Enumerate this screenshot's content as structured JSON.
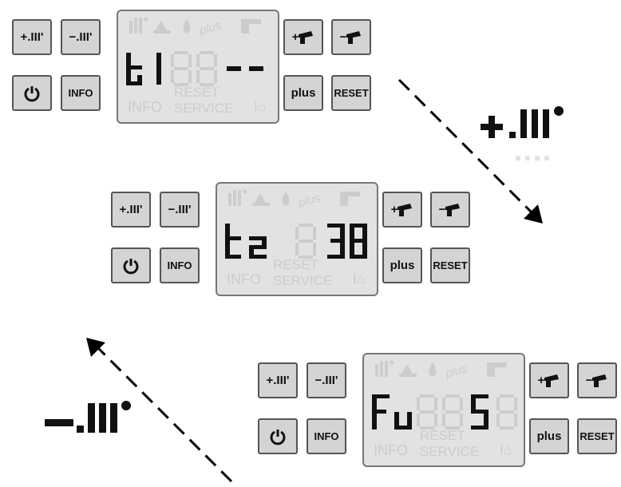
{
  "panels": [
    {
      "id": "top",
      "buttons": {
        "heat_plus": "+.III'",
        "heat_minus": "−.III'",
        "power": "power",
        "info": "INFO",
        "dhw_plus": "+",
        "dhw_minus": "−",
        "plus": "plus",
        "reset": "RESET"
      },
      "display": {
        "left": "t1",
        "right": "- -"
      },
      "ghost": {
        "info": "INFO",
        "reset": "RESET",
        "service": "SERVICE",
        "io": "I⌂",
        "plus_icon": "plus"
      }
    },
    {
      "id": "middle",
      "buttons": {
        "heat_plus": "+.III'",
        "heat_minus": "−.III'",
        "power": "power",
        "info": "INFO",
        "dhw_plus": "+",
        "dhw_minus": "−",
        "plus": "plus",
        "reset": "RESET"
      },
      "display": {
        "left": "t2",
        "right": "38"
      },
      "ghost": {
        "info": "INFO",
        "reset": "RESET",
        "service": "SERVICE",
        "io": "I⌂",
        "plus_icon": "plus"
      }
    },
    {
      "id": "bottom",
      "buttons": {
        "heat_plus": "+.III'",
        "heat_minus": "−.III'",
        "power": "power",
        "info": "INFO",
        "dhw_plus": "+",
        "dhw_minus": "−",
        "plus": "plus",
        "reset": "RESET"
      },
      "display": {
        "left": "Fu",
        "right": "S"
      },
      "ghost": {
        "info": "INFO",
        "reset": "RESET",
        "service": "SERVICE",
        "io": "I⌂",
        "plus_icon": "plus"
      }
    }
  ],
  "callouts": {
    "plus_heating": "+.III'",
    "minus_heating": "−.III'"
  },
  "colors": {
    "lcd_bg": "#e2e2e2",
    "button_bg": "#d4d4d4",
    "segment_on": "#111111",
    "segment_ghost": "#cccccc"
  }
}
